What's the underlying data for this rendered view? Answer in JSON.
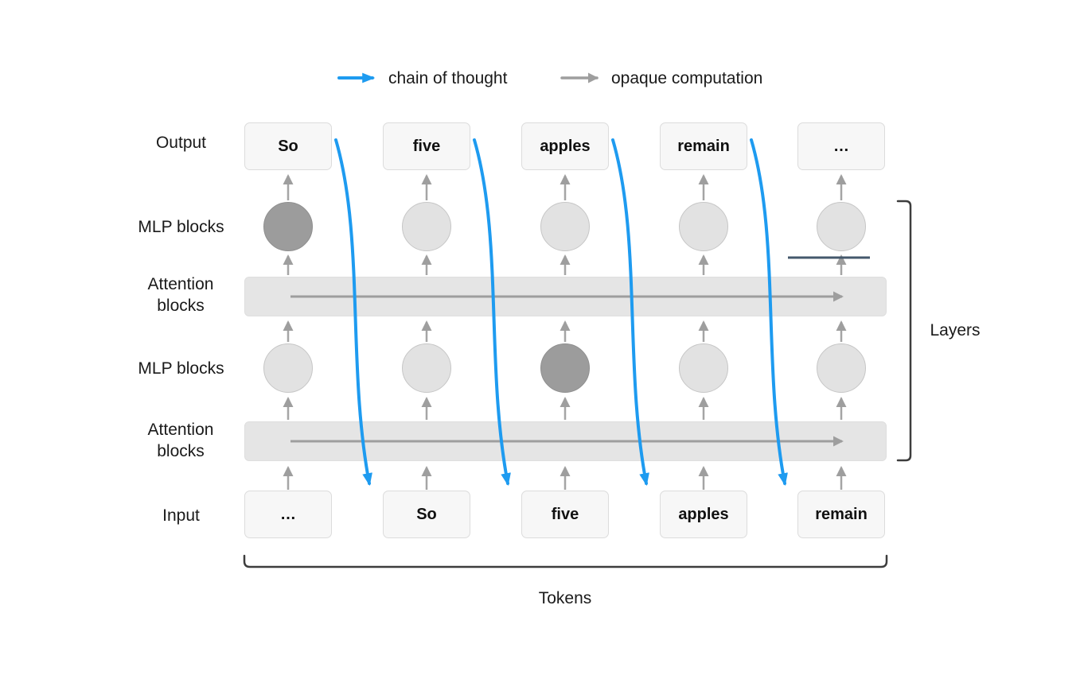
{
  "legend": {
    "chain_of_thought": "chain of thought",
    "opaque_computation": "opaque computation"
  },
  "row_labels": {
    "output": "Output",
    "mlp_top": "MLP blocks",
    "attention_top": "Attention blocks",
    "mlp_bottom": "MLP blocks",
    "attention_bottom": "Attention blocks",
    "input": "Input"
  },
  "output_tokens": [
    "So",
    "five",
    "apples",
    "remain",
    "…"
  ],
  "input_tokens": [
    "…",
    "So",
    "five",
    "apples",
    "remain"
  ],
  "group_labels": {
    "layers": "Layers",
    "tokens": "Tokens"
  },
  "highlights": {
    "mlp_top_dark_index": 0,
    "mlp_bottom_dark_index": 2
  },
  "colors": {
    "chain_blue": "#1e9bf0",
    "opaque_gray": "#9e9e9e",
    "band_gray": "#e5e5e5",
    "circle_light": "#e2e2e2",
    "circle_dark": "#9c9c9c",
    "bracket_dark": "#3d3d3d",
    "annotation_line": "#44586c"
  }
}
